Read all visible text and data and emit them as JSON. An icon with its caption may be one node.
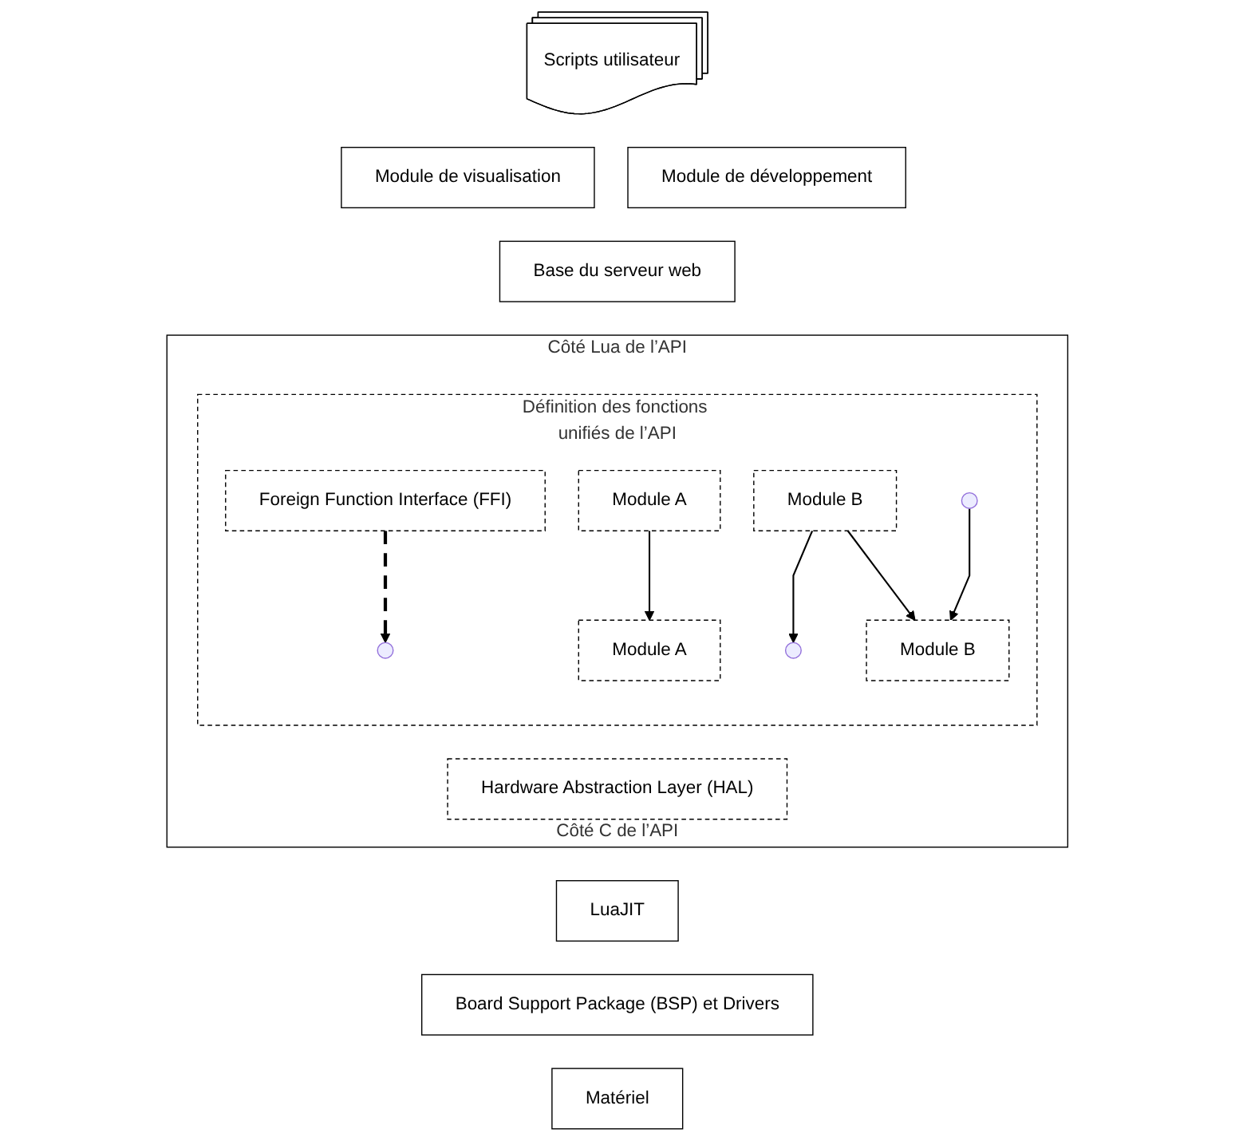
{
  "diagram": {
    "nodes": [
      {
        "text": [
          "Scripts utilisateur"
        ]
      },
      {
        "text": [
          "Module de visualisation"
        ]
      },
      {
        "text": [
          "Module de développement"
        ]
      },
      {
        "text": [
          "Base du serveur web"
        ]
      },
      {
        "text": [
          "Côté Lua de l’API",
          "Côté C de l’API"
        ]
      },
      {
        "text": [
          "Définition des fonctions unifiés de l’API"
        ],
        "in": 4
      },
      {
        "text": [
          "Foreign Function Interface (FFI)"
        ],
        "in": 5
      },
      {
        "text": [
          "Module A"
        ],
        "in": 5
      },
      {
        "text": [
          "Module B"
        ],
        "in": 5
      },
      {
        "text": [
          "Module A"
        ],
        "in": 5
      },
      {
        "text": [
          "Module B"
        ],
        "in": 5
      },
      {
        "text": [
          "Hardware Abstraction Layer (HAL)"
        ],
        "in": 4
      },
      {
        "text": [
          "LuaJIT"
        ]
      },
      {
        "text": [
          "Board Support Package (BSP) et Drivers"
        ]
      },
      {
        "text": [
          "Matériel"
        ]
      }
    ],
    "edges": [
      {
        "from": 9,
        "to": 7,
        "arrow": "to"
      },
      {
        "from": 10,
        "to": 8,
        "arrow": "to"
      },
      {
        "from": 6,
        "to": null,
        "arrow": "to",
        "style": "dashed"
      },
      {
        "from": 10,
        "to": null,
        "arrow": "to"
      },
      {
        "from": null,
        "to": 8,
        "arrow": "to"
      }
    ]
  }
}
